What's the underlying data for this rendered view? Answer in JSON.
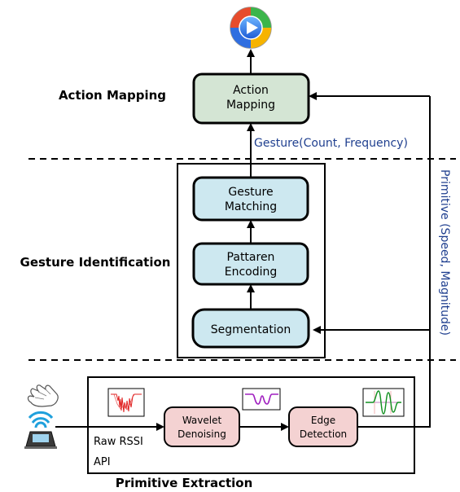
{
  "sections": {
    "action_mapping": "Action Mapping",
    "gesture_identification": "Gesture Identification",
    "primitive_extraction": "Primitive Extraction"
  },
  "nodes": {
    "action_mapping": [
      "Action",
      "Mapping"
    ],
    "gesture_matching": [
      "Gesture",
      "Matching"
    ],
    "pattern_encoding": [
      "Pattaren",
      "Encoding"
    ],
    "segmentation": "Segmentation",
    "wavelet_denoising": [
      "Wavelet",
      "Denoising"
    ],
    "edge_detection": [
      "Edge",
      "Detection"
    ]
  },
  "edges": {
    "gesture_label": "Gesture(Count, Frequency)",
    "primitive_label": "Primitive (Speed, Magnitude)",
    "raw_rssi": "Raw RSSI",
    "api": "API"
  },
  "colors": {
    "green_box": "#d4e5d4",
    "blue_box": "#cde8f0",
    "pink_box": "#f4d2d2",
    "edge_label": "#1f3f8f"
  },
  "icons": {
    "app": "media-player-icon",
    "hand": "hand-gesture-icon",
    "device": "wifi-phone-icon"
  }
}
